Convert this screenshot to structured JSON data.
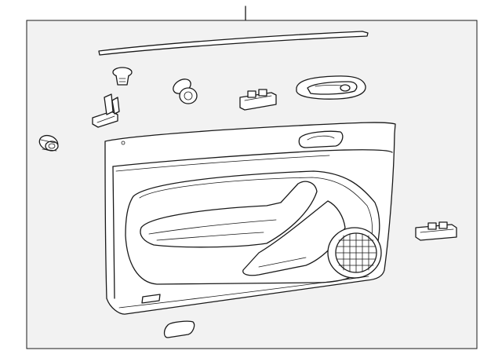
{
  "diagram": {
    "background_color": "#ffffff",
    "frame_fill": "#f2f2f2",
    "line_color": "#1a1a1a",
    "parts": [
      "callout-leader",
      "belt-molding-strip",
      "push-pin-clip",
      "mounting-bracket",
      "grommet-clip",
      "window-switch-small",
      "inside-door-handle",
      "rivet-fastener",
      "door-trim-panel",
      "speaker-grille",
      "window-switch-side",
      "reflector-insert"
    ]
  }
}
